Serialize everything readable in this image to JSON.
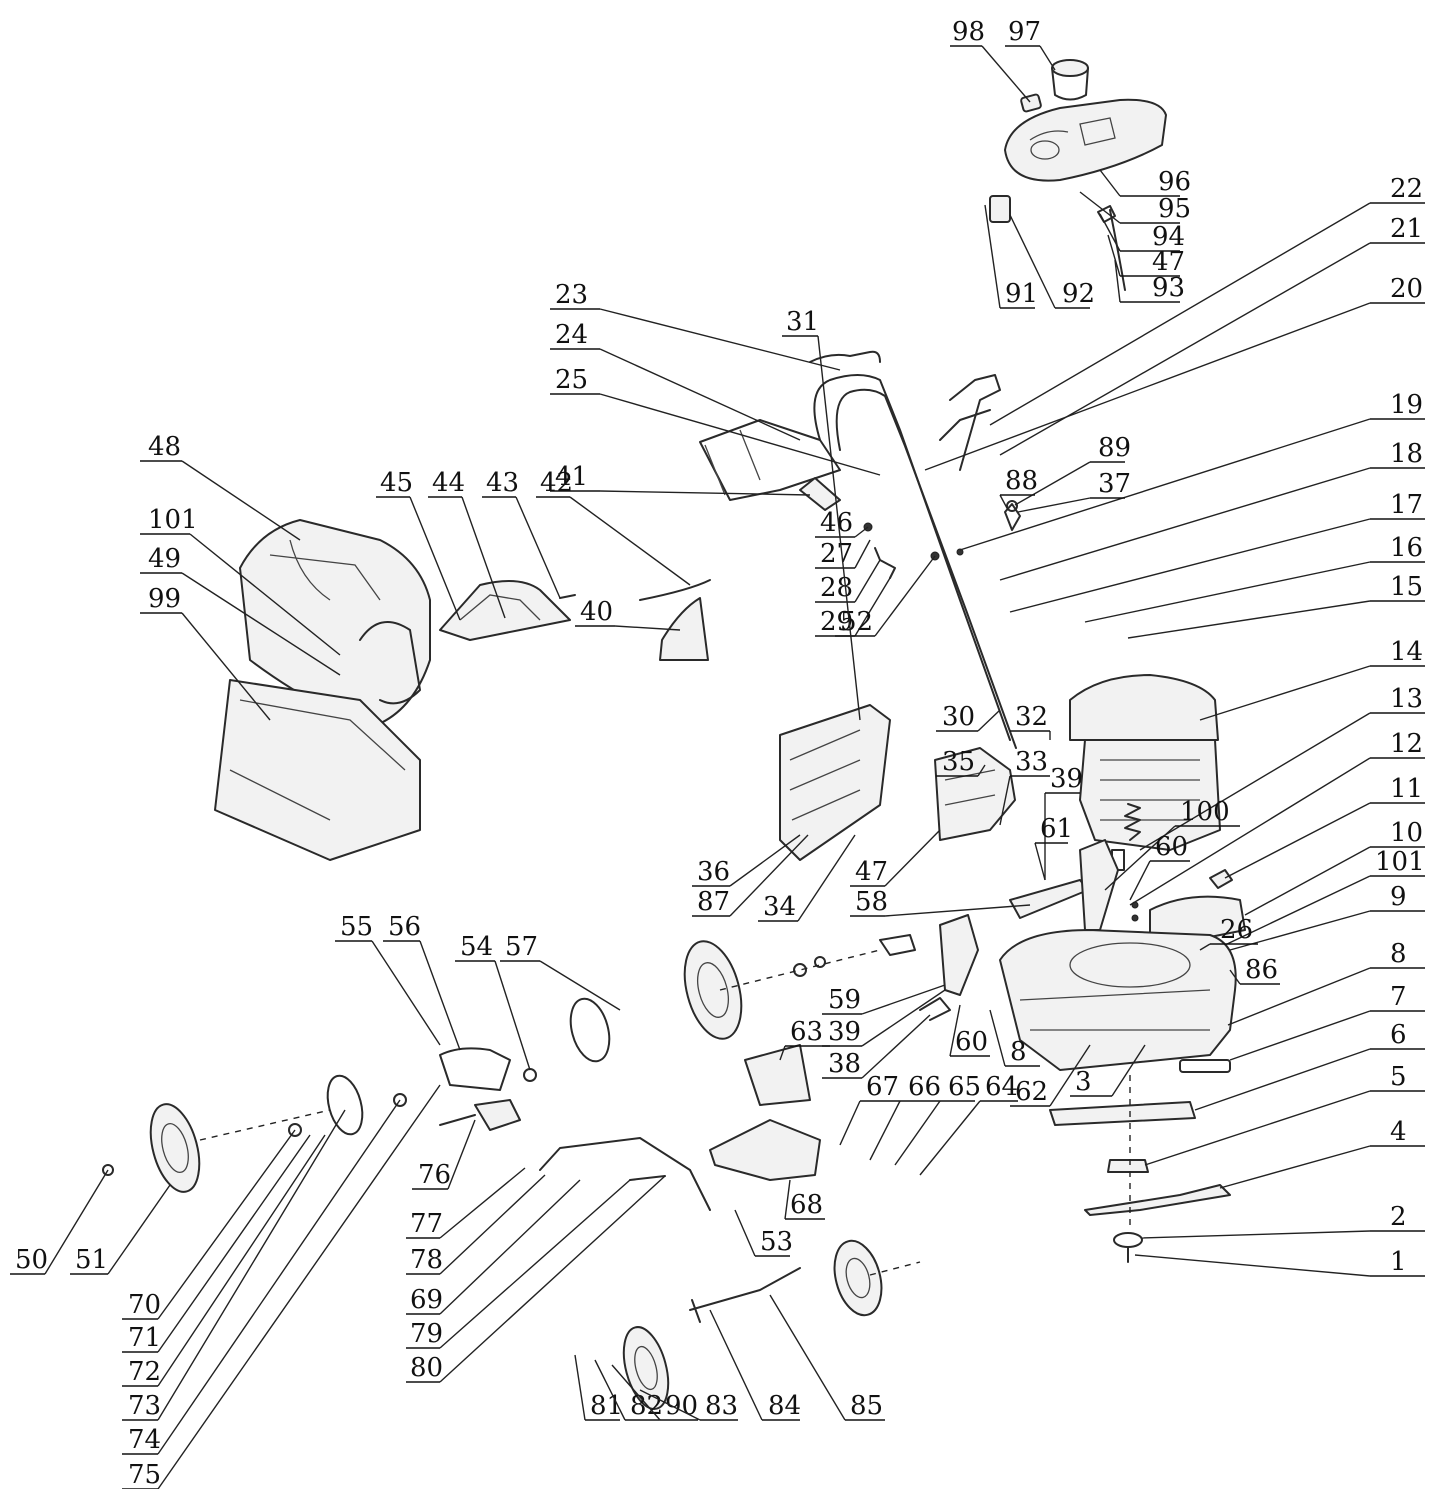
{
  "callouts": [
    {
      "label": "98"
    },
    {
      "label": "97"
    },
    {
      "label": "96"
    },
    {
      "label": "95"
    },
    {
      "label": "94"
    },
    {
      "label": "47"
    },
    {
      "label": "93"
    },
    {
      "label": "91"
    },
    {
      "label": "92"
    },
    {
      "label": "22"
    },
    {
      "label": "21"
    },
    {
      "label": "20"
    },
    {
      "label": "19"
    },
    {
      "label": "18"
    },
    {
      "label": "17"
    },
    {
      "label": "16"
    },
    {
      "label": "15"
    },
    {
      "label": "14"
    },
    {
      "label": "13"
    },
    {
      "label": "12"
    },
    {
      "label": "11"
    },
    {
      "label": "10"
    },
    {
      "label": "101"
    },
    {
      "label": "9"
    },
    {
      "label": "8"
    },
    {
      "label": "7"
    },
    {
      "label": "6"
    },
    {
      "label": "5"
    },
    {
      "label": "4"
    },
    {
      "label": "2"
    },
    {
      "label": "1"
    },
    {
      "label": "23"
    },
    {
      "label": "24"
    },
    {
      "label": "25"
    },
    {
      "label": "41"
    },
    {
      "label": "89"
    },
    {
      "label": "88"
    },
    {
      "label": "37"
    },
    {
      "label": "46"
    },
    {
      "label": "27"
    },
    {
      "label": "28"
    },
    {
      "label": "29"
    },
    {
      "label": "52"
    },
    {
      "label": "45"
    },
    {
      "label": "44"
    },
    {
      "label": "43"
    },
    {
      "label": "42"
    },
    {
      "label": "40"
    },
    {
      "label": "48"
    },
    {
      "label": "101"
    },
    {
      "label": "49"
    },
    {
      "label": "99"
    },
    {
      "label": "31"
    },
    {
      "label": "30"
    },
    {
      "label": "32"
    },
    {
      "label": "35"
    },
    {
      "label": "33"
    },
    {
      "label": "36"
    },
    {
      "label": "87"
    },
    {
      "label": "34"
    },
    {
      "label": "47"
    },
    {
      "label": "58"
    },
    {
      "label": "39"
    },
    {
      "label": "61"
    },
    {
      "label": "100"
    },
    {
      "label": "60"
    },
    {
      "label": "26"
    },
    {
      "label": "86"
    },
    {
      "label": "55"
    },
    {
      "label": "56"
    },
    {
      "label": "54"
    },
    {
      "label": "57"
    },
    {
      "label": "59"
    },
    {
      "label": "39"
    },
    {
      "label": "38"
    },
    {
      "label": "60"
    },
    {
      "label": "8"
    },
    {
      "label": "62"
    },
    {
      "label": "3"
    },
    {
      "label": "63"
    },
    {
      "label": "67"
    },
    {
      "label": "66"
    },
    {
      "label": "65"
    },
    {
      "label": "64"
    },
    {
      "label": "76"
    },
    {
      "label": "68"
    },
    {
      "label": "50"
    },
    {
      "label": "51"
    },
    {
      "label": "77"
    },
    {
      "label": "78"
    },
    {
      "label": "69"
    },
    {
      "label": "79"
    },
    {
      "label": "80"
    },
    {
      "label": "53"
    },
    {
      "label": "70"
    },
    {
      "label": "71"
    },
    {
      "label": "72"
    },
    {
      "label": "73"
    },
    {
      "label": "74"
    },
    {
      "label": "75"
    },
    {
      "label": "81"
    },
    {
      "label": "82"
    },
    {
      "label": "90"
    },
    {
      "label": "83"
    },
    {
      "label": "84"
    },
    {
      "label": "85"
    }
  ]
}
